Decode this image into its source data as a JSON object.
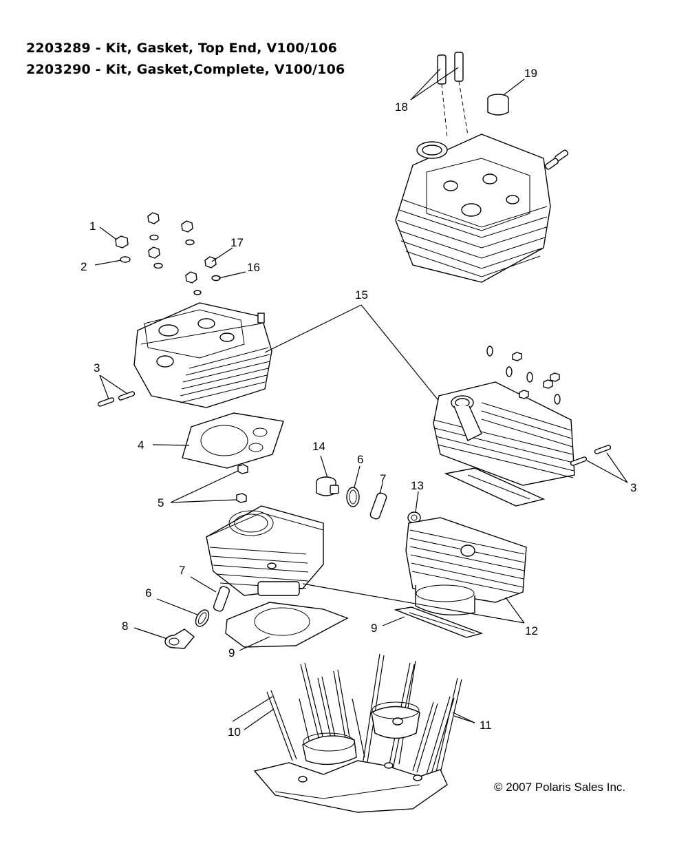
{
  "titles": {
    "line1": "2203289 - Kit, Gasket, Top End, V100/106",
    "line2": "2203290 - Kit, Gasket,Complete, V100/106"
  },
  "copyright": "© 2007 Polaris Sales Inc.",
  "callouts": {
    "c1": "1",
    "c2": "2",
    "c3a": "3",
    "c3b": "3",
    "c4": "4",
    "c5": "5",
    "c6a": "6",
    "c6b": "6",
    "c7a": "7",
    "c7b": "7",
    "c8": "8",
    "c9a": "9",
    "c9b": "9",
    "c10": "10",
    "c11": "11",
    "c12": "12",
    "c13": "13",
    "c14": "14",
    "c15": "15",
    "c16": "16",
    "c17": "17",
    "c18": "18",
    "c19": "19"
  }
}
